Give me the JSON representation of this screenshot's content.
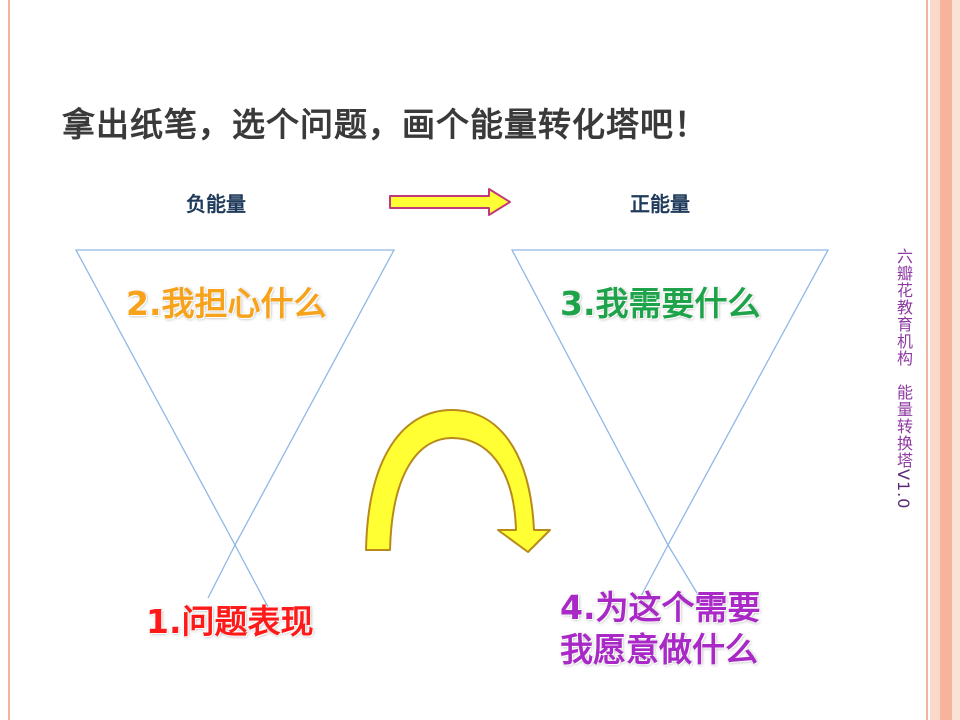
{
  "title": "拿出纸笔，选个问题，画个能量转化塔吧！",
  "negative_label": "负能量",
  "positive_label": "正能量",
  "step2": "2.我担心什么",
  "step3": "3.我需要什么",
  "step1": "1.问题表现",
  "step4_line1": "4.为这个需要",
  "step4_line2": "我愿意做什么",
  "side_text_main": "六瓣花教育机构　能量转换塔",
  "side_text_version": "V1.0",
  "colors": {
    "step1": "#ff1a1a",
    "step2": "#f7a21b",
    "step3": "#1fa34a",
    "step4": "#a829c6",
    "arrow_fill": "#ffff33",
    "arrow_stroke": "#b88a1a",
    "triangle_stroke": "#8fb8e6"
  },
  "icons": [
    "right-arrow-icon",
    "curved-arrow-icon"
  ]
}
